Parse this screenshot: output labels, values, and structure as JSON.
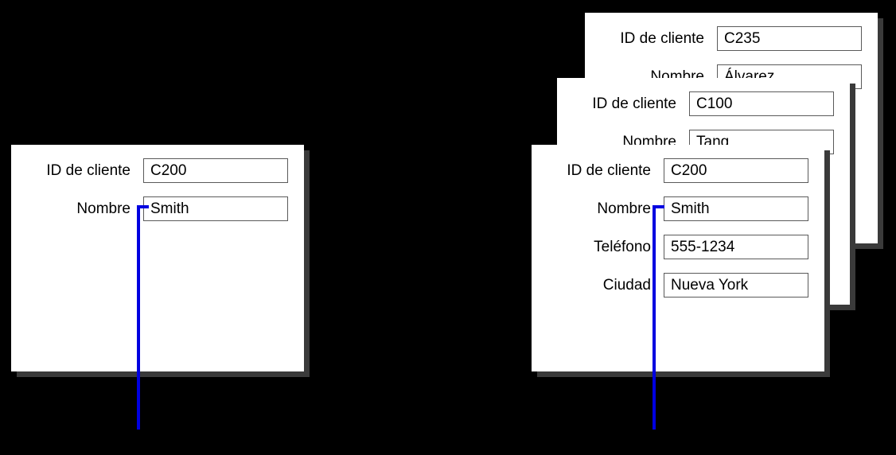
{
  "diagram": {
    "background_color": "#000000",
    "connector_color": "#0000e0",
    "card_shadow_color": "#3a3a3a"
  },
  "cards": [
    {
      "id": "left-single-record-form",
      "fields": [
        {
          "label": "ID de cliente",
          "value": "C200"
        },
        {
          "label": "Nombre",
          "value": "Smith"
        }
      ]
    },
    {
      "id": "right-back-record-form",
      "fields": [
        {
          "label": "ID de cliente",
          "value": "C235"
        },
        {
          "label": "Nombre",
          "value": "Álvarez"
        }
      ]
    },
    {
      "id": "right-middle-record-form",
      "fields": [
        {
          "label": "ID de cliente",
          "value": "C100"
        },
        {
          "label": "Nombre",
          "value": "Tang"
        }
      ]
    },
    {
      "id": "right-front-record-form",
      "fields": [
        {
          "label": "ID de cliente",
          "value": "C200"
        },
        {
          "label": "Nombre",
          "value": "Smith"
        },
        {
          "label": "Teléfono",
          "value": "555-1234"
        },
        {
          "label": "Ciudad",
          "value": "Nueva York"
        }
      ]
    }
  ]
}
